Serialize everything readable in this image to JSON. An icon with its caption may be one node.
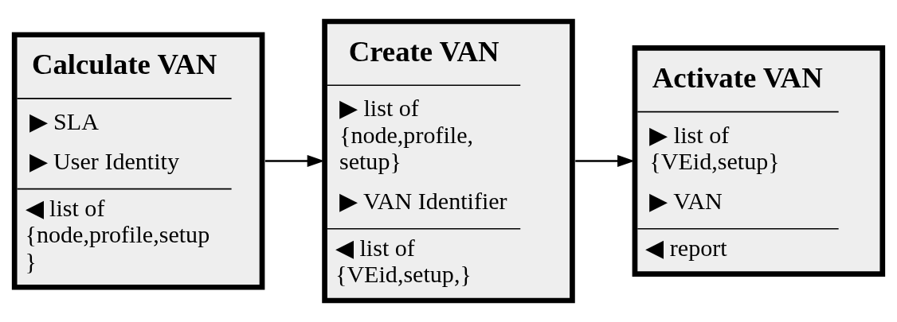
{
  "diagram": {
    "nodes": [
      {
        "text": [
          "Calculate VAN",
          "▶ SLA",
          "▶ User Identity",
          "◀ list of {node,profile,setup }"
        ]
      },
      {
        "text": [
          "Create VAN",
          "▶ list of {node,profile, setup}",
          "▶ VAN Identifier",
          "◀ list of {VEid,setup,}"
        ]
      },
      {
        "text": [
          "Activate VAN",
          "▶ list of {VEid,setup}",
          "▶ VAN",
          "◀ report"
        ]
      }
    ],
    "edges": [
      {
        "from": 0,
        "to": 1,
        "arrow": "to"
      },
      {
        "from": 1,
        "to": 2,
        "arrow": "to"
      }
    ]
  }
}
